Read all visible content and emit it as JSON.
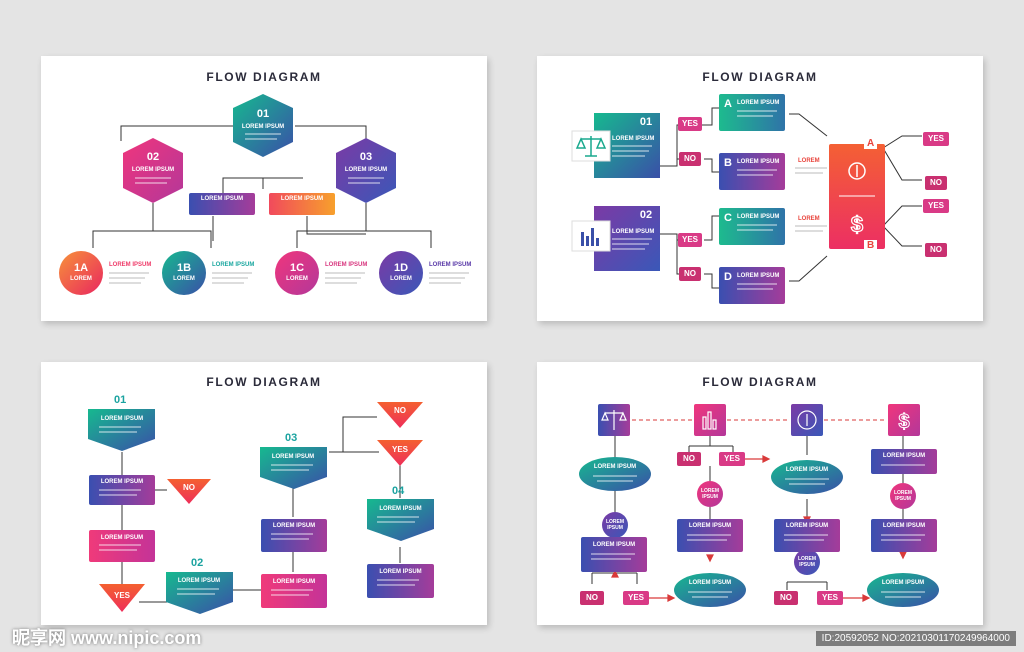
{
  "panel1": {
    "title": "FLOW DIAGRAM",
    "hex1": {
      "num": "01",
      "label": "LOREM IPSUM"
    },
    "hex2": {
      "num": "02",
      "label": "LOREM IPSUM"
    },
    "hex3": {
      "num": "03",
      "label": "LOREM IPSUM"
    },
    "bar_left": "LOREM IPSUM",
    "bar_right": "LOREM IPSUM",
    "circles": [
      {
        "num": "1A",
        "sub": "LOREM",
        "side": "LOREM IPSUM"
      },
      {
        "num": "1B",
        "sub": "LOREM",
        "side": "LOREM IPSUM"
      },
      {
        "num": "1C",
        "sub": "LOREM",
        "side": "LOREM IPSUM"
      },
      {
        "num": "1D",
        "sub": "LOREM",
        "side": "LOREM IPSUM"
      }
    ]
  },
  "panel2": {
    "title": "FLOW DIAGRAM",
    "box1": {
      "num": "01",
      "label": "LOREM IPSUM"
    },
    "box2": {
      "num": "02",
      "label": "LOREM IPSUM"
    },
    "options": [
      {
        "letter": "A",
        "label": "LOREM IPSUM"
      },
      {
        "letter": "B",
        "label": "LOREM IPSUM"
      },
      {
        "letter": "C",
        "label": "LOREM IPSUM"
      },
      {
        "letter": "D",
        "label": "LOREM IPSUM"
      }
    ],
    "yes": "YES",
    "no": "NO",
    "mid_label_top": "LOREM",
    "mid_label_bottom": "LOREM",
    "big_top": "A",
    "big_bottom": "B"
  },
  "panel3": {
    "title": "FLOW DIAGRAM",
    "n01": "01",
    "n02": "02",
    "n03": "03",
    "n04": "04",
    "label": "LOREM IPSUM",
    "yes": "YES",
    "no": "NO"
  },
  "panel4": {
    "title": "FLOW DIAGRAM",
    "label": "LOREM IPSUM",
    "yes": "YES",
    "no": "NO",
    "circle_label": "LOREM IPSUM"
  },
  "watermark": "昵享网 www.nipic.com",
  "footer_id": "ID:20592052 NO:20210301170249964000"
}
